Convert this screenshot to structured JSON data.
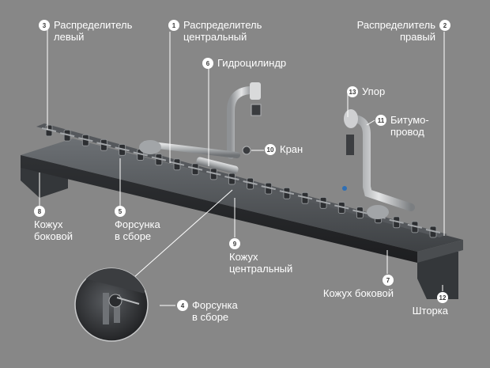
{
  "colors": {
    "background": "#878787",
    "label_text": "#ffffff",
    "badge_fill": "#ffffff",
    "badge_text": "#3a3a3a",
    "metal_dark": "#3b3d40",
    "metal_mid": "#5c5f63",
    "pipe_light": "#c9cbcd"
  },
  "labels": [
    {
      "id": "c3",
      "number": "3",
      "line1": "Распределитель",
      "line2": "левый"
    },
    {
      "id": "c1",
      "number": "1",
      "line1": "Распределитель",
      "line2": "центральный"
    },
    {
      "id": "c2",
      "number": "2",
      "line1": "Распределитель",
      "line2": "правый"
    },
    {
      "id": "c6",
      "number": "6",
      "line1": "Гидроцилиндр",
      "line2": ""
    },
    {
      "id": "c13",
      "number": "13",
      "line1": "Упор",
      "line2": ""
    },
    {
      "id": "c11",
      "number": "11",
      "line1": "Битумо-",
      "line2": "провод"
    },
    {
      "id": "c10",
      "number": "10",
      "line1": "Кран",
      "line2": ""
    },
    {
      "id": "c8",
      "number": "8",
      "line1": "Кожух",
      "line2": "боковой"
    },
    {
      "id": "c5",
      "number": "5",
      "line1": "Форсунка",
      "line2": "в сборе"
    },
    {
      "id": "c9",
      "number": "9",
      "line1": "Кожух",
      "line2": "центральный"
    },
    {
      "id": "c7",
      "number": "7",
      "line1": "Кожух боковой",
      "line2": ""
    },
    {
      "id": "c4",
      "number": "4",
      "line1": "Форсунка",
      "line2": "в сборе"
    },
    {
      "id": "c12",
      "number": "12",
      "line1": "Шторка",
      "line2": ""
    }
  ]
}
